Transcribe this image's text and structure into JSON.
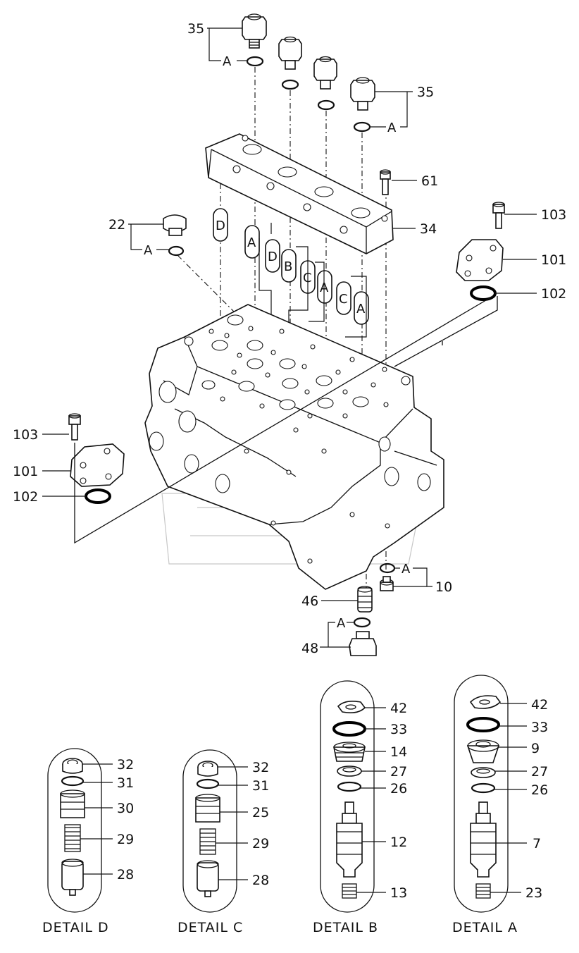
{
  "callouts": [
    {
      "id": "c35a",
      "text": "35"
    },
    {
      "id": "c35b",
      "text": "35"
    },
    {
      "id": "c61",
      "text": "61"
    },
    {
      "id": "c34",
      "text": "34"
    },
    {
      "id": "c22",
      "text": "22"
    },
    {
      "id": "c103r",
      "text": "103"
    },
    {
      "id": "c101r",
      "text": "101"
    },
    {
      "id": "c102r",
      "text": "102"
    },
    {
      "id": "c103l",
      "text": "103"
    },
    {
      "id": "c101l",
      "text": "101"
    },
    {
      "id": "c102l",
      "text": "102"
    },
    {
      "id": "c10",
      "text": "10"
    },
    {
      "id": "c46",
      "text": "46"
    },
    {
      "id": "c48",
      "text": "48"
    }
  ],
  "ref_letters": [
    "A",
    "A",
    "A",
    "A",
    "A"
  ],
  "passage_letters": [
    "D",
    "A",
    "D",
    "B",
    "C",
    "A",
    "C",
    "A"
  ],
  "details": [
    {
      "caption": "DETAIL D",
      "parts": [
        "32",
        "31",
        "30",
        "29",
        "28"
      ]
    },
    {
      "caption": "DETAIL C",
      "parts": [
        "32",
        "31",
        "25",
        "29",
        "28"
      ]
    },
    {
      "caption": "DETAIL B",
      "parts": [
        "42",
        "33",
        "14",
        "27",
        "26",
        "12",
        "13"
      ]
    },
    {
      "caption": "DETAIL A",
      "parts": [
        "42",
        "33",
        "9",
        "27",
        "26",
        "7",
        "23"
      ]
    }
  ]
}
